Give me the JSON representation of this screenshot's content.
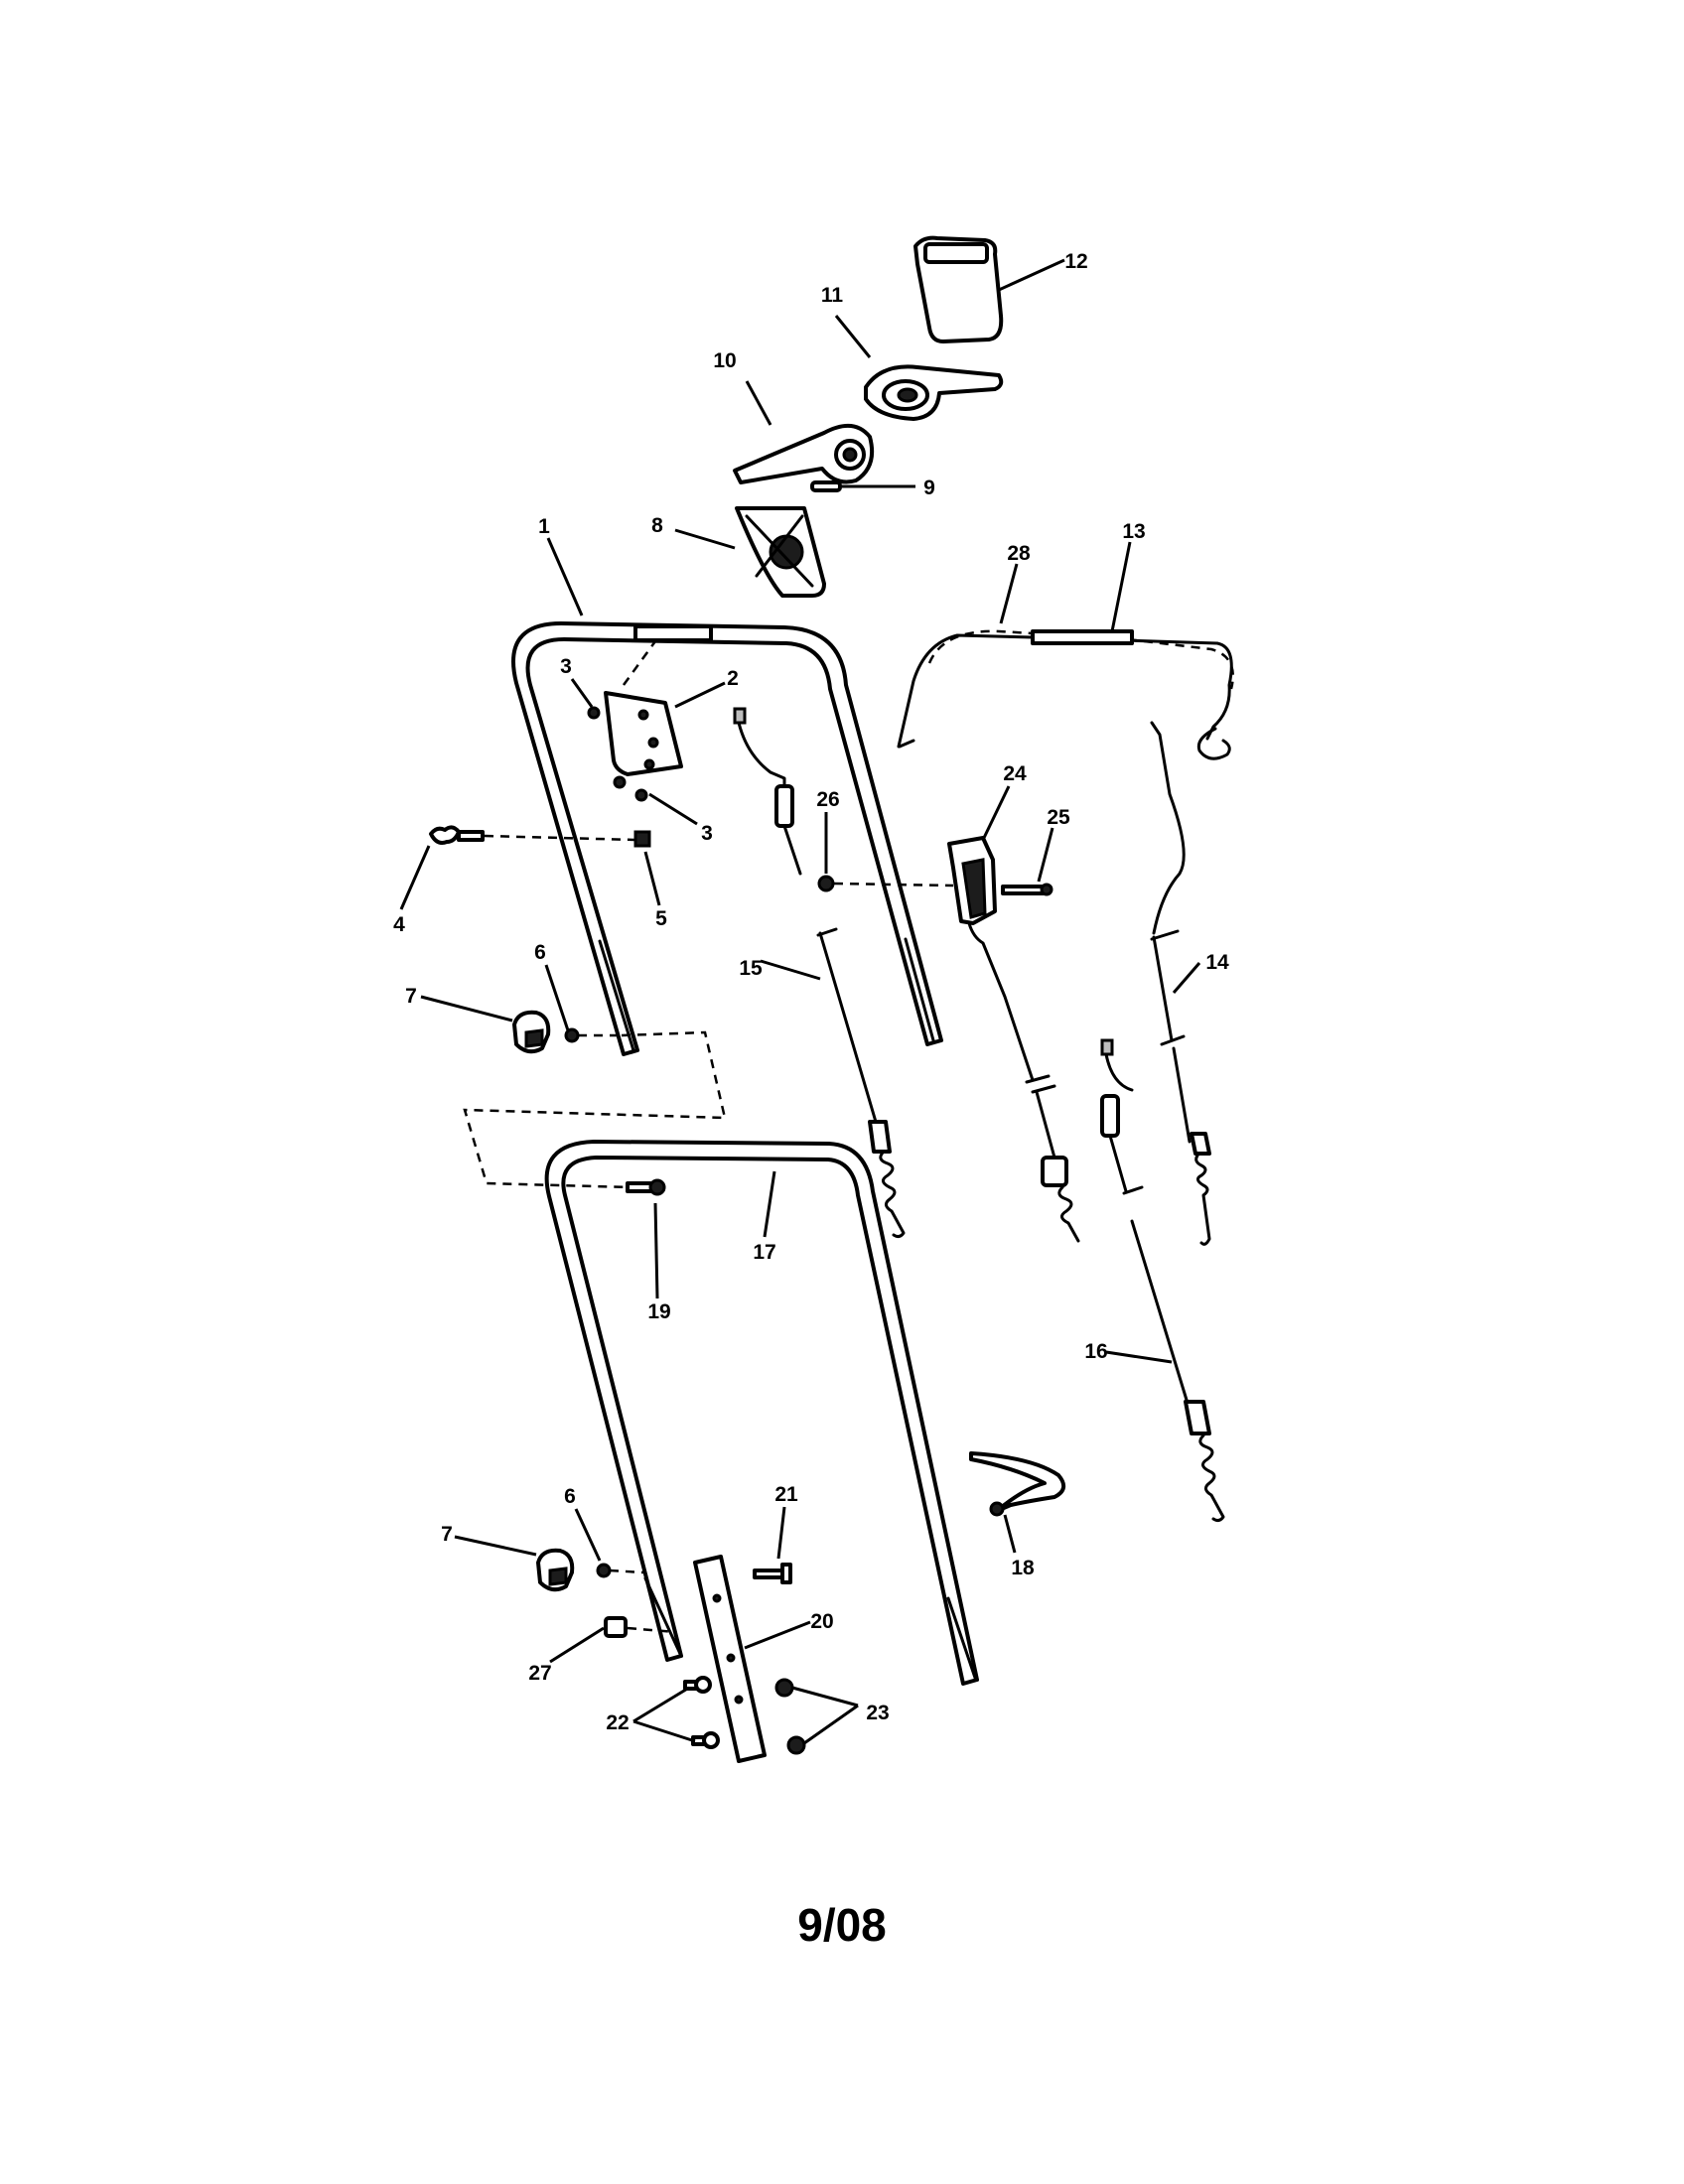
{
  "callouts": {
    "c1": "1",
    "c2": "2",
    "c3a": "3",
    "c3b": "3",
    "c4": "4",
    "c5": "5",
    "c6a": "6",
    "c6b": "6",
    "c7a": "7",
    "c7b": "7",
    "c8": "8",
    "c9": "9",
    "c10": "10",
    "c11": "11",
    "c12": "12",
    "c13": "13",
    "c14": "14",
    "c15": "15",
    "c16": "16",
    "c17": "17",
    "c18": "18",
    "c19": "19",
    "c20": "20",
    "c21": "21",
    "c22": "22",
    "c23": "23",
    "c24": "24",
    "c25": "25",
    "c26": "26",
    "c27": "27",
    "c28": "28"
  },
  "footer": {
    "code": "9/08"
  }
}
